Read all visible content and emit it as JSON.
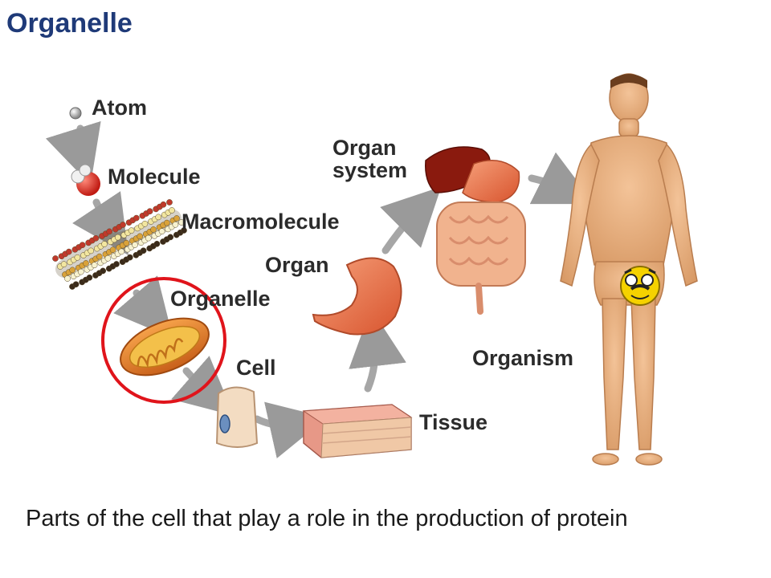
{
  "title": "Organelle",
  "levels": {
    "atom": "Atom",
    "molecule": "Molecule",
    "macromolecule": "Macromolecule",
    "organelle": "Organelle",
    "cell": "Cell",
    "tissue": "Tissue",
    "organ": "Organ",
    "organ_system_line1": "Organ",
    "organ_system_line2": "system",
    "organism": "Organism"
  },
  "caption": "Parts of the cell that play a role in the production of protein",
  "colors": {
    "title": "#1f3a78",
    "highlight_circle": "#e0141b",
    "arrow": "#9a9a9a",
    "skin": "#e9b182"
  },
  "highlighted_level": "organelle"
}
